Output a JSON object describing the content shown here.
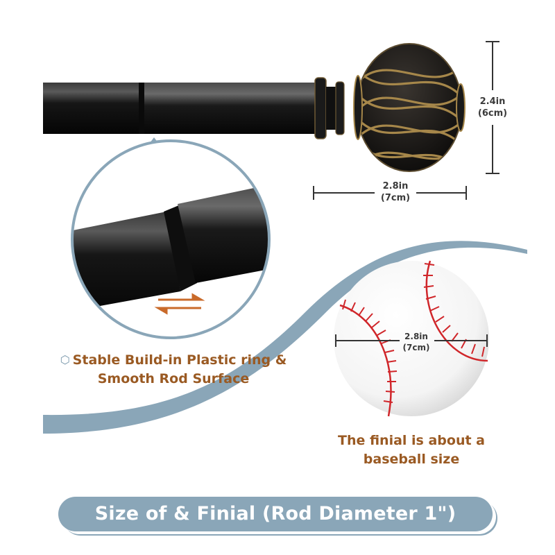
{
  "finial_height": {
    "in": "2.4in",
    "cm": "(6cm)"
  },
  "finial_width": {
    "in": "2.8in",
    "cm": "(7cm)"
  },
  "baseball_width": {
    "in": "2.8in",
    "cm": "(7cm)"
  },
  "feature_caption": {
    "line1": "Stable Build-in Plastic ring &",
    "line2": "Smooth Rod Surface"
  },
  "baseball_caption": {
    "line1": "The finial is about a",
    "line2": "baseball size"
  },
  "banner_title": "Size of & Finial (Rod Diameter 1\")",
  "colors": {
    "accent_blue": "#8aa6b8",
    "caption_brown": "#9a5a23",
    "rod_black": "#141414",
    "finial_gold": "#a6874a",
    "stitch_red": "#d0262a"
  }
}
